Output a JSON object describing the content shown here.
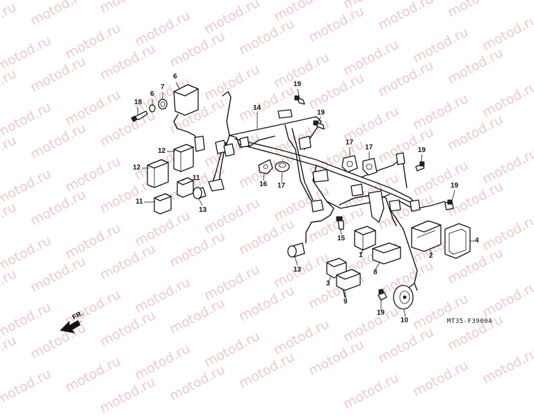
{
  "watermark": "motod.ru",
  "diagram_code": "MT35-F3900A",
  "direction_label": "FR.",
  "callouts": {
    "c18": "18",
    "c6a": "6",
    "c7": "7",
    "c6b": "6",
    "c12a": "12",
    "c12b": "12",
    "c11a": "11",
    "c11b": "11",
    "c13a": "13",
    "c13b": "13",
    "c14": "14",
    "c19a": "19",
    "c19b": "19",
    "c19c": "19",
    "c19d": "19",
    "c19e": "19",
    "c16": "16",
    "c17a": "17",
    "c17b": "17",
    "c17c": "17",
    "c15": "15",
    "c1": "1",
    "c2": "2",
    "c3": "3",
    "c4": "4",
    "c8": "8",
    "c9": "9",
    "c10": "10"
  }
}
